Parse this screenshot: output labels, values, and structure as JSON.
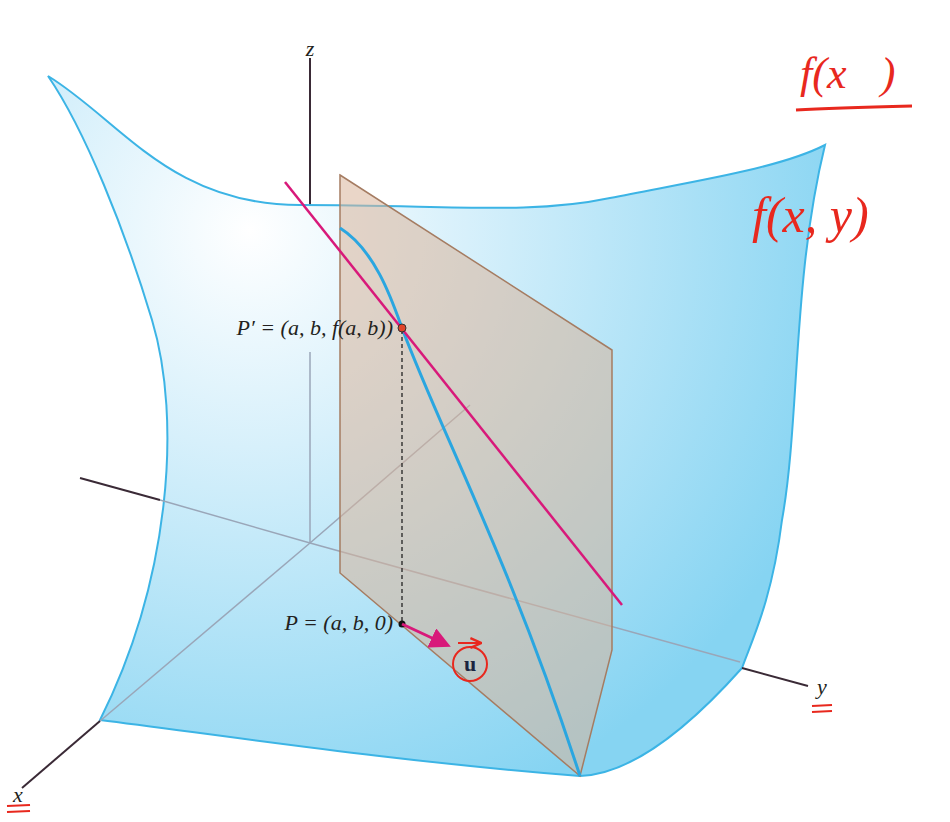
{
  "diagram": {
    "nodes": [
      {
        "text": [
          "u"
        ]
      }
    ],
    "labels": [
      "z",
      "P′ = (a, b, f(a, b))",
      "P = (a, b, 0)",
      "y",
      "x",
      "f(x⃗)",
      "f(x, y)"
    ]
  }
}
